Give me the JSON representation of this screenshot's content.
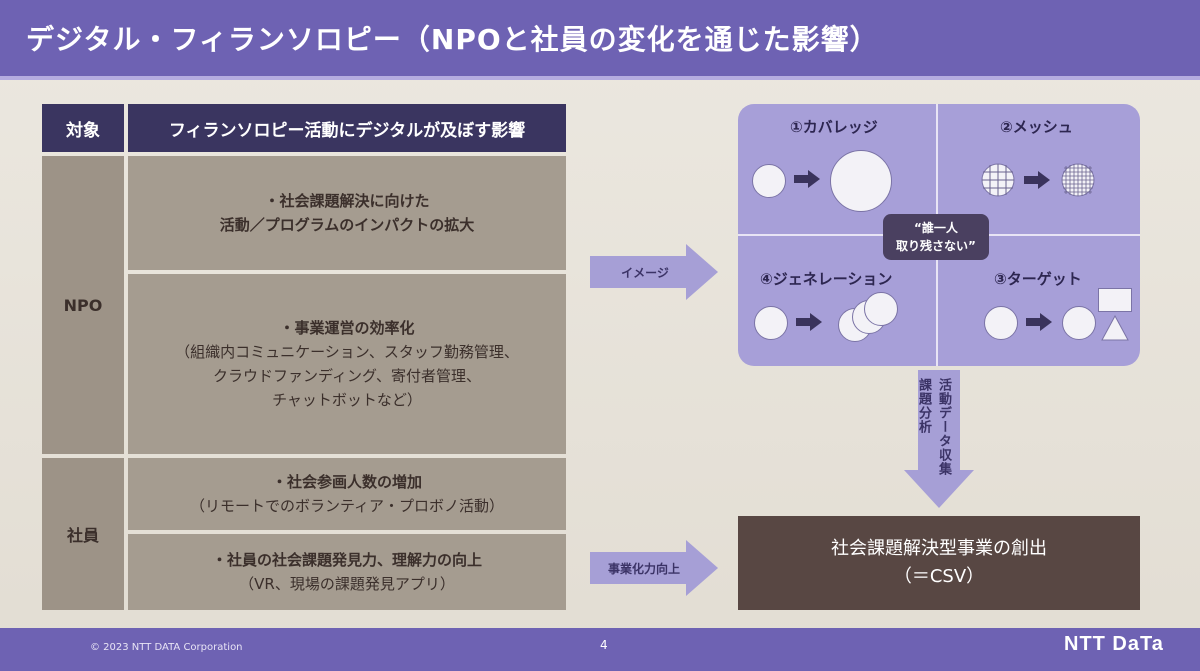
{
  "header": {
    "title": "デジタル・フィランソロピー（NPOと社員の変化を通じた影響）"
  },
  "table": {
    "col_target": "対象",
    "col_impact": "フィランソロピー活動にデジタルが及ぼす影響",
    "npo_label": "NPO",
    "employee_label": "社員",
    "rows": [
      {
        "lines": [
          "・社会課題解決に向けた",
          "活動／プログラムのインパクトの拡大"
        ]
      },
      {
        "lines": [
          "・事業運営の効率化",
          "（組織内コミュニケーション、スタッフ勤務管理、",
          "クラウドファンディング、寄付者管理、",
          "チャットボットなど）"
        ]
      },
      {
        "lines": [
          "・社会参画人数の増加",
          "（リモートでのボランティア・プロボノ活動）"
        ]
      },
      {
        "lines": [
          "・社員の社会課題発見力、理解力の向上",
          "（VR、現場の課題発見アプリ）"
        ]
      }
    ]
  },
  "arrows": {
    "image_label": "イメージ",
    "business_label": "事業化力向上",
    "vertical_left": "課題分析",
    "vertical_right": "活動データ収集"
  },
  "quadrants": {
    "coverage": "①カバレッジ",
    "mesh": "②メッシュ",
    "target": "③ターゲット",
    "generation": "④ジェネレーション",
    "center_line1": "“誰一人",
    "center_line2": "取り残さない”"
  },
  "result": {
    "line1": "社会課題解決型事業の創出",
    "line2": "（＝CSV）"
  },
  "footer": {
    "copyright": "© 2023 NTT DATA Corporation",
    "page": "4",
    "brand": "NTT DaTa"
  }
}
